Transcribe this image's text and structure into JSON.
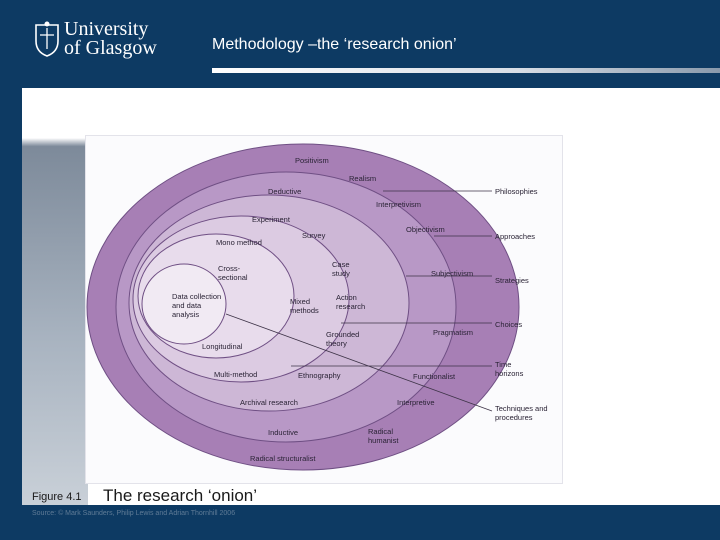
{
  "header": {
    "logo_line1": "University",
    "logo_line2": "of Glasgow",
    "title": "Methodology –the ‘research onion’"
  },
  "diagram": {
    "rings": [
      {
        "name": "philosophies",
        "color": "#a77fb5",
        "labels": [
          "Positivism",
          "Realism",
          "Interpretivism",
          "Objectivism",
          "Subjectivism",
          "Pragmatism",
          "Functionalist",
          "Interpretive",
          "Radical humanist",
          "Radical structuralist"
        ]
      },
      {
        "name": "approaches",
        "color": "#b898c6",
        "labels": [
          "Deductive",
          "Inductive"
        ]
      },
      {
        "name": "strategies",
        "color": "#cdb7d6",
        "labels": [
          "Experiment",
          "Survey",
          "Case study",
          "Action research",
          "Grounded theory",
          "Ethnography",
          "Archival research"
        ]
      },
      {
        "name": "choices",
        "color": "#dccbe2",
        "labels": [
          "Mono method",
          "Mixed methods",
          "Multi-method"
        ]
      },
      {
        "name": "time horizons",
        "color": "#e8dcec",
        "labels": [
          "Cross-sectional",
          "Longitudinal"
        ]
      },
      {
        "name": "core",
        "color": "#f1eaf3",
        "labels": [
          "Data collection and data analysis"
        ]
      }
    ],
    "legend": [
      "Philosophies",
      "Approaches",
      "Strategies",
      "Choices",
      "Time horizons",
      "Techniques and procedures"
    ]
  },
  "caption": {
    "figure_number": "Figure 4.1",
    "title": "The research ‘onion’",
    "source": "Source: © Mark Saunders, Philip Lewis and Adrian Thornhill 2006"
  }
}
